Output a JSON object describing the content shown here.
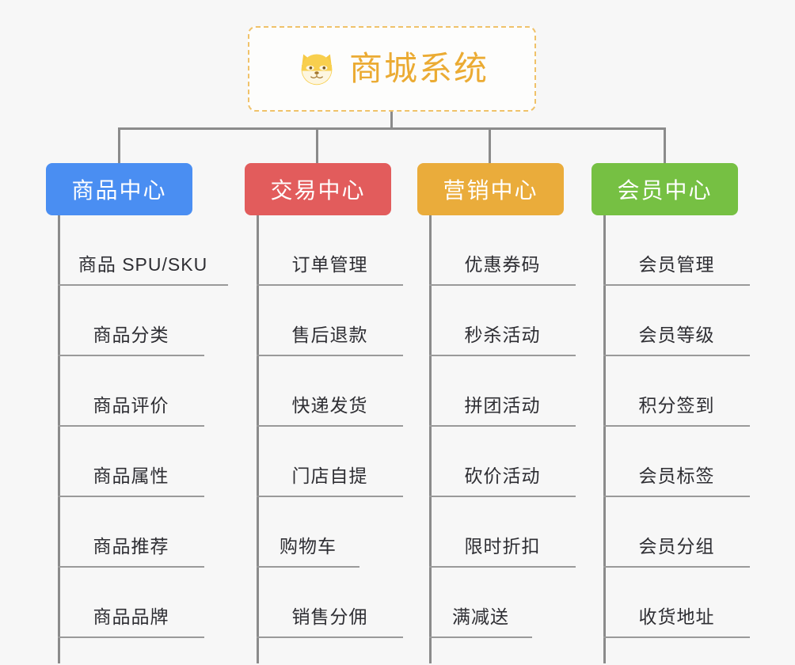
{
  "diagram": {
    "type": "org-tree",
    "background_color": "#f7f7f7",
    "root": {
      "title": "商城系统",
      "icon": "shiba-dog-face-icon",
      "border_color": "#f0c26a",
      "text_color": "#ebab33",
      "background_color": "#fdfdfc"
    },
    "connector_color": "#8b8b8b",
    "branches": [
      {
        "label": "商品中心",
        "color": "#4a8ef2",
        "items": [
          "商品 SPU/SKU",
          "商品分类",
          "商品评价",
          "商品属性",
          "商品推荐",
          "商品品牌"
        ]
      },
      {
        "label": "交易中心",
        "color": "#e25c5c",
        "items": [
          "订单管理",
          "售后退款",
          "快递发货",
          "门店自提",
          "购物车",
          "销售分佣"
        ]
      },
      {
        "label": "营销中心",
        "color": "#eaac3b",
        "items": [
          "优惠券码",
          "秒杀活动",
          "拼团活动",
          "砍价活动",
          "限时折扣",
          "满减送"
        ]
      },
      {
        "label": "会员中心",
        "color": "#76c043",
        "items": [
          "会员管理",
          "会员等级",
          "积分签到",
          "会员标签",
          "会员分组",
          "收货地址"
        ]
      }
    ]
  }
}
